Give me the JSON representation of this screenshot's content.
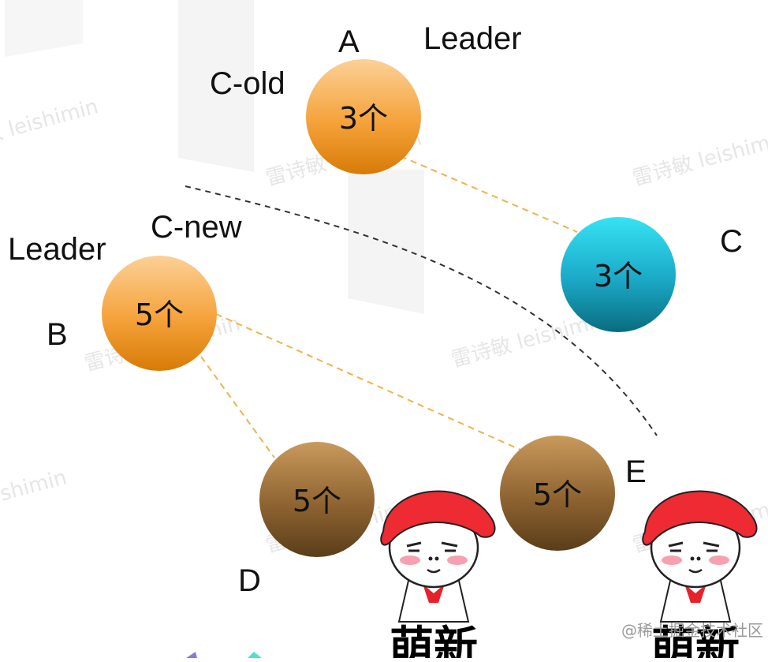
{
  "nodes": {
    "a": {
      "name": "A",
      "group": "C-old",
      "role": "Leader",
      "count": "3个"
    },
    "b": {
      "name": "B",
      "group": "C-new",
      "role": "Leader",
      "count": "5个"
    },
    "c": {
      "name": "C",
      "count": "3个"
    },
    "d": {
      "name": "D",
      "count": "5个"
    },
    "e": {
      "name": "E",
      "count": "5个"
    }
  },
  "memes": {
    "caption": "萌新"
  },
  "watermark": {
    "text": "雷诗敏 leishimin",
    "source": "@稀土掘金技术社区"
  },
  "colors": {
    "leader_orange": "#f5a23a",
    "teal": "#1aaac9",
    "brown": "#8c6430",
    "link_dash": "#f0b24a",
    "boundary_dash": "#333333"
  }
}
